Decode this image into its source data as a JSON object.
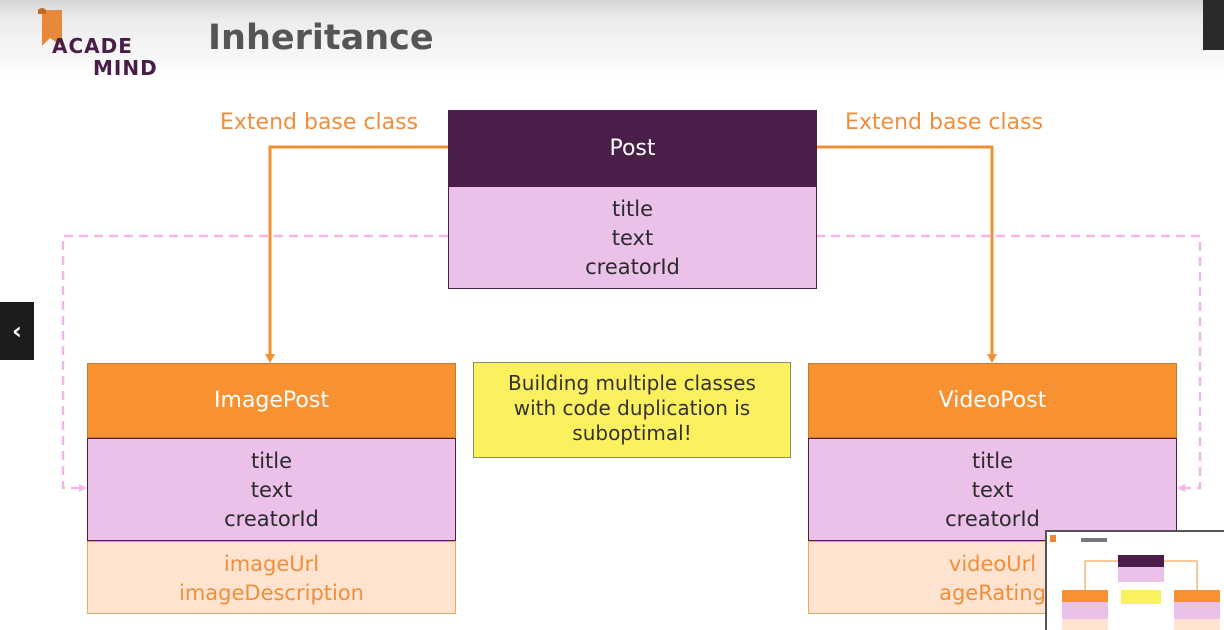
{
  "logo": {
    "line1": "ACADE",
    "line2": "MIND",
    "mark_color": "#e8893a",
    "text_color": "#4a1c48"
  },
  "slide": {
    "title": "Inheritance"
  },
  "labels": {
    "extend_left": "Extend base class",
    "extend_right": "Extend base class"
  },
  "post": {
    "name": "Post",
    "fields": [
      "title",
      "text",
      "creatorId"
    ]
  },
  "image_post": {
    "name": "ImagePost",
    "fields": [
      "title",
      "text",
      "creatorId"
    ],
    "extra": [
      "imageUrl",
      "imageDescription"
    ]
  },
  "video_post": {
    "name": "VideoPost",
    "fields": [
      "title",
      "text",
      "creatorId"
    ],
    "extra": [
      "videoUrl",
      "ageRating"
    ]
  },
  "note": {
    "lines": [
      "Building multiple classes",
      "with code duplication is",
      "suboptimal!"
    ]
  },
  "nav": {
    "back_icon": "chevron-left-icon",
    "back_glyph": "‹"
  },
  "colors": {
    "header_dark": "#4a1e49",
    "header_orange": "#f79132",
    "fields_bg": "#ebc1ea",
    "extra_bg": "#fde3d0",
    "accent_orange": "#ef8f3c",
    "note_bg": "#fbf05d"
  }
}
